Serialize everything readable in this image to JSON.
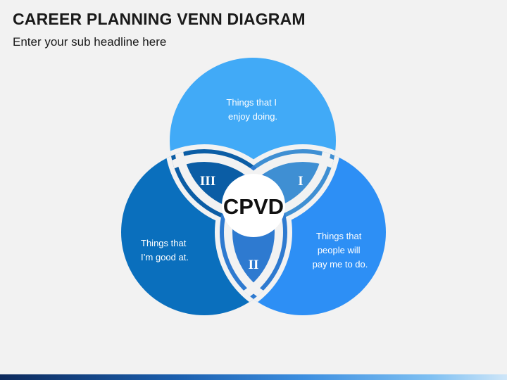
{
  "header": {
    "title": "CAREER PLANNING VENN DIAGRAM",
    "subtitle": "Enter your sub headline here"
  },
  "diagram": {
    "center_label": "CPVD",
    "circles": [
      {
        "name": "top",
        "lines": [
          "Things that I",
          "enjoy doing."
        ],
        "color": "#41aaf7"
      },
      {
        "name": "left",
        "lines": [
          "Things that",
          "I’m good at."
        ],
        "color": "#0a6fbd"
      },
      {
        "name": "right",
        "lines": [
          "Things that",
          "people will",
          "pay me to do."
        ],
        "color": "#2d8ff5"
      }
    ],
    "intersections": [
      {
        "name": "top-right",
        "numeral": "I",
        "color": "#3f8fd3"
      },
      {
        "name": "left-right",
        "numeral": "II",
        "color": "#2e7ad0"
      },
      {
        "name": "top-left",
        "numeral": "III",
        "color": "#0b5da5"
      }
    ],
    "gap_color": "#f2f2f2"
  }
}
